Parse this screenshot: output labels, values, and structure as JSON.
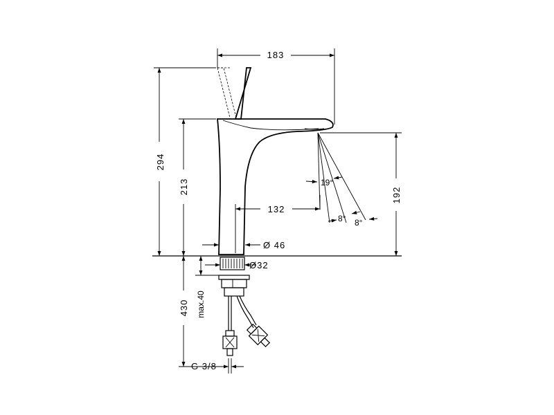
{
  "dimensions": {
    "reach": "183",
    "height_total": "294",
    "height_spout": "213",
    "height_outlet": "192",
    "spout_distance": "132",
    "base_diameter": "Ø 46",
    "hole_diameter": "Ø32",
    "below_counter": "430",
    "max_thickness": "max.40",
    "connection": "G 3/8",
    "angle_main": "19°",
    "angle_a": "8°",
    "angle_b": "8°"
  }
}
